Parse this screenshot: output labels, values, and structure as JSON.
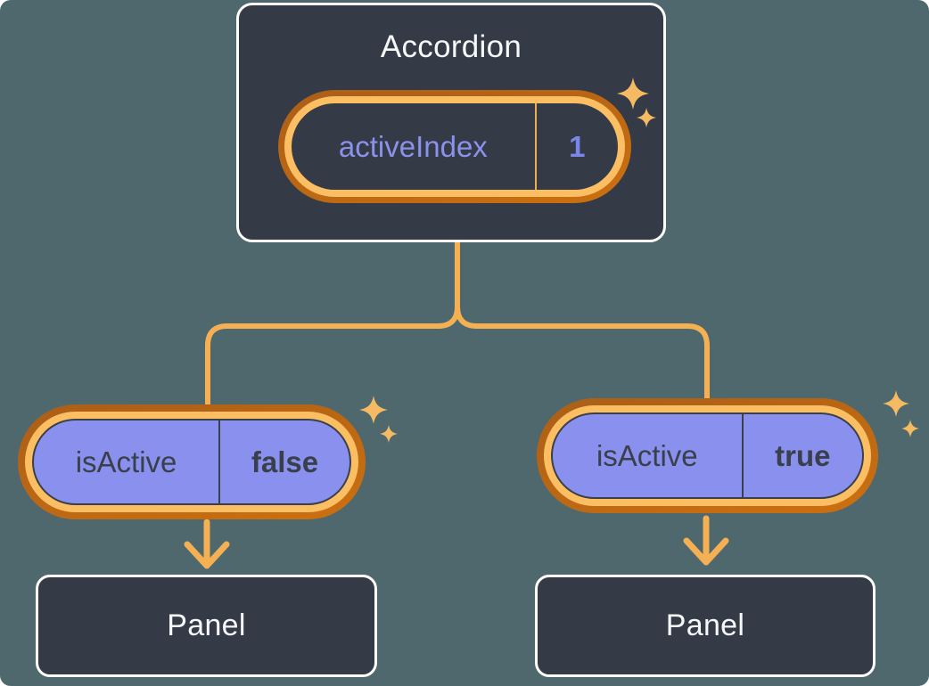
{
  "palette": {
    "bg": "#4E686D",
    "node-fill": "#343A46",
    "node-border": "#FCFDFD",
    "node-text": "#F6F7F9",
    "pill-purple": "#8A90ED",
    "state-text": "#8A92EC",
    "state-value-text": "#7B86E9",
    "prop-text": "#39404B",
    "prop-divider": "#3A4049",
    "connector": "#F4B053",
    "ring-light": "#FBBE63",
    "ring-dark-top": "#AA5E18",
    "ring-dark-bottom": "#CC7010",
    "state-divider": "#EFAC50",
    "sparkle": "#F5BA62"
  },
  "accordion": {
    "title": "Accordion",
    "state_pill": {
      "name": "activeIndex",
      "value": "1"
    }
  },
  "children": [
    {
      "prop_pill": {
        "name": "isActive",
        "value": "false"
      },
      "panel": {
        "title": "Panel"
      }
    },
    {
      "prop_pill": {
        "name": "isActive",
        "value": "true"
      },
      "panel": {
        "title": "Panel"
      }
    }
  ]
}
